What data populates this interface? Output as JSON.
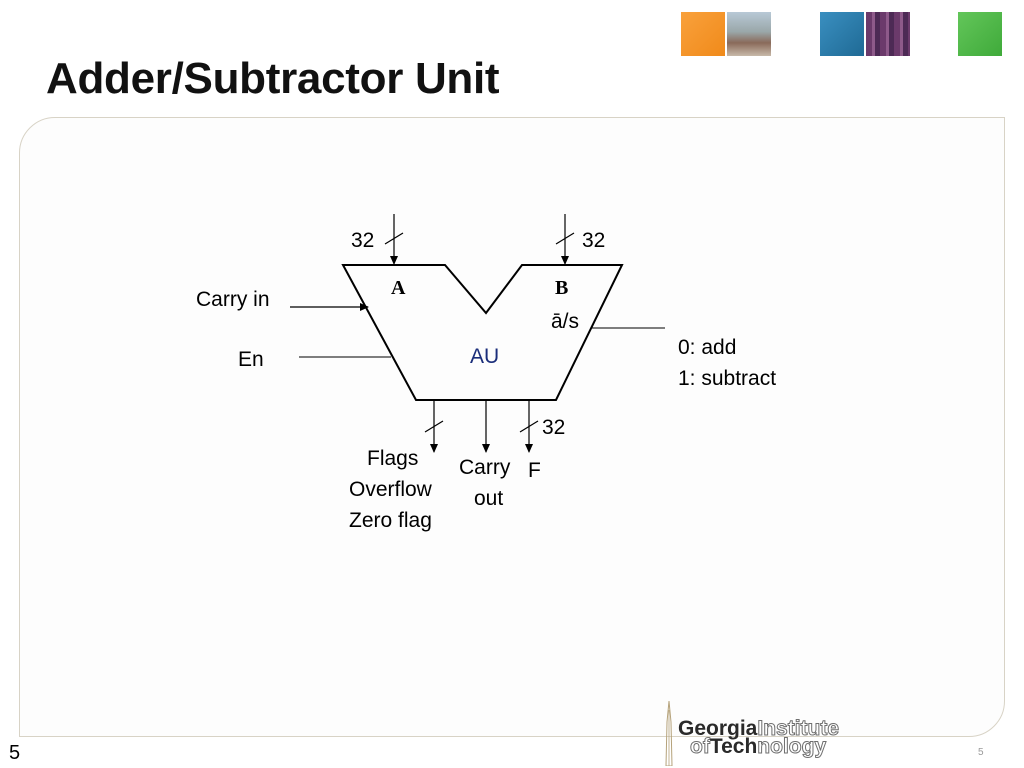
{
  "slide": {
    "title": "Adder/Subtractor Unit",
    "number_left": "5",
    "number_right": "5"
  },
  "header_images": [
    "orange-tile",
    "campus-photo",
    "blue-tile",
    "circuit-board-photo",
    "green-tile"
  ],
  "diagram": {
    "unit_label": "AU",
    "input_a_label": "A",
    "input_b_label": "B",
    "input_a_width": "32",
    "input_b_width": "32",
    "carry_in_label": "Carry in",
    "enable_label": "En",
    "mode_label": "ā/s",
    "mode_add": "0: add",
    "mode_subtract": "1: subtract",
    "output_width": "32",
    "flags_lines": [
      "Flags",
      "Overflow",
      "Zero flag"
    ],
    "carry_out_lines": [
      "Carry",
      "out"
    ],
    "output_label": "F"
  },
  "logo": {
    "part1_dark": "Georgia",
    "part1_outline": "Institute",
    "part2_outline1": "of",
    "part2_dark": "Tech",
    "part2_outline2": "nology"
  },
  "colors": {
    "frame_border": "#d8d3c6",
    "title": "#111111",
    "unit_label": "#1a2d7a"
  }
}
